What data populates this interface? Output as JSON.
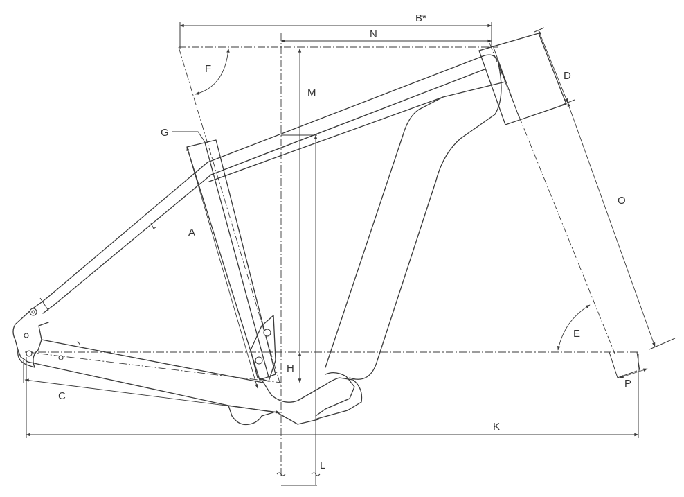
{
  "labels": {
    "a": "A",
    "b": "B*",
    "c": "C",
    "d": "D",
    "e": "E",
    "f": "F",
    "g": "G",
    "h": "H",
    "k": "K",
    "l": "L",
    "m": "M",
    "n": "N",
    "o": "O",
    "p": "P"
  }
}
